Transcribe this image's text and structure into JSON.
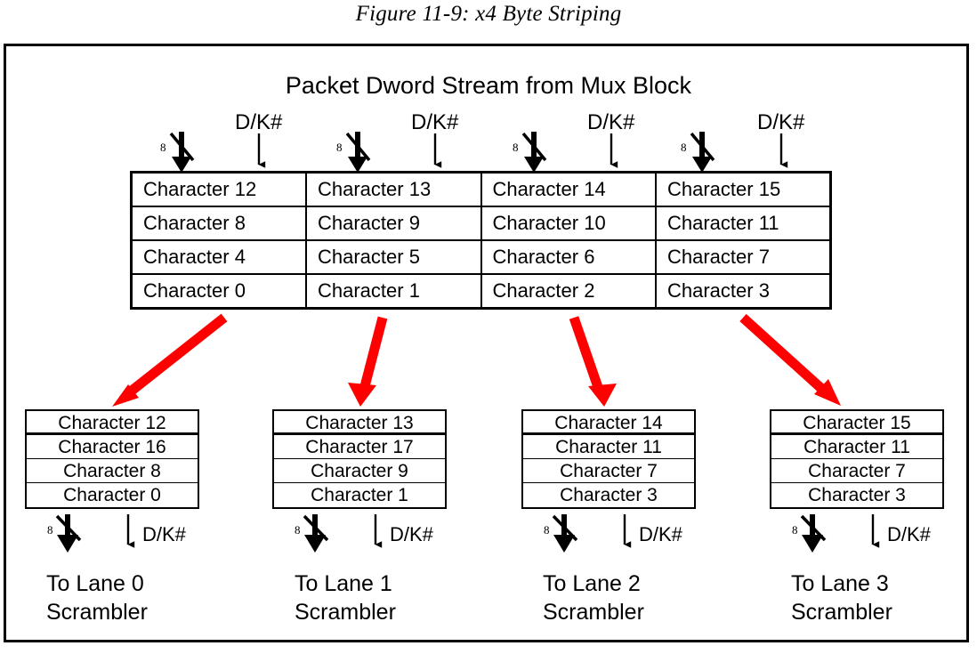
{
  "figure": {
    "caption": "Figure 11-9: x4 Byte Striping",
    "heading": "Packet Dword Stream from Mux Block"
  },
  "colors": {
    "arrow_red": "#FF0000",
    "line_black": "#000000",
    "background": "#FFFFFF"
  },
  "signals": {
    "bus_width": "8",
    "control_label": "D/K#"
  },
  "top_inputs": [
    {
      "bus_width": "8",
      "control_label": "D/K#"
    },
    {
      "bus_width": "8",
      "control_label": "D/K#"
    },
    {
      "bus_width": "8",
      "control_label": "D/K#"
    },
    {
      "bus_width": "8",
      "control_label": "D/K#"
    }
  ],
  "dword_table": {
    "columns": 4,
    "rows": [
      [
        "Character 12",
        "Character 13",
        "Character 14",
        "Character 15"
      ],
      [
        "Character 8",
        "Character 9",
        "Character 10",
        "Character 11"
      ],
      [
        "Character 4",
        "Character 5",
        "Character 6",
        "Character 7"
      ],
      [
        "Character 0",
        "Character 1",
        "Character 2",
        "Character 3"
      ]
    ]
  },
  "lanes": [
    {
      "name": "lane-0",
      "rows": [
        "Character 12",
        "Character 16",
        "Character 8",
        "Character 0"
      ],
      "caption_line1": "To Lane 0",
      "caption_line2": "Scrambler",
      "bus_width": "8",
      "control_label": "D/K#"
    },
    {
      "name": "lane-1",
      "rows": [
        "Character 13",
        "Character 17",
        "Character 9",
        "Character 1"
      ],
      "caption_line1": "To Lane 1",
      "caption_line2": "Scrambler",
      "bus_width": "8",
      "control_label": "D/K#"
    },
    {
      "name": "lane-2",
      "rows": [
        "Character 14",
        "Character 11",
        "Character 7",
        "Character 3"
      ],
      "caption_line1": "To Lane 2",
      "caption_line2": "Scrambler",
      "bus_width": "8",
      "control_label": "D/K#"
    },
    {
      "name": "lane-3",
      "rows": [
        "Character 15",
        "Character 11",
        "Character 7",
        "Character 3"
      ],
      "caption_line1": "To Lane 3",
      "caption_line2": "Scrambler",
      "bus_width": "8",
      "control_label": "D/K#"
    }
  ]
}
